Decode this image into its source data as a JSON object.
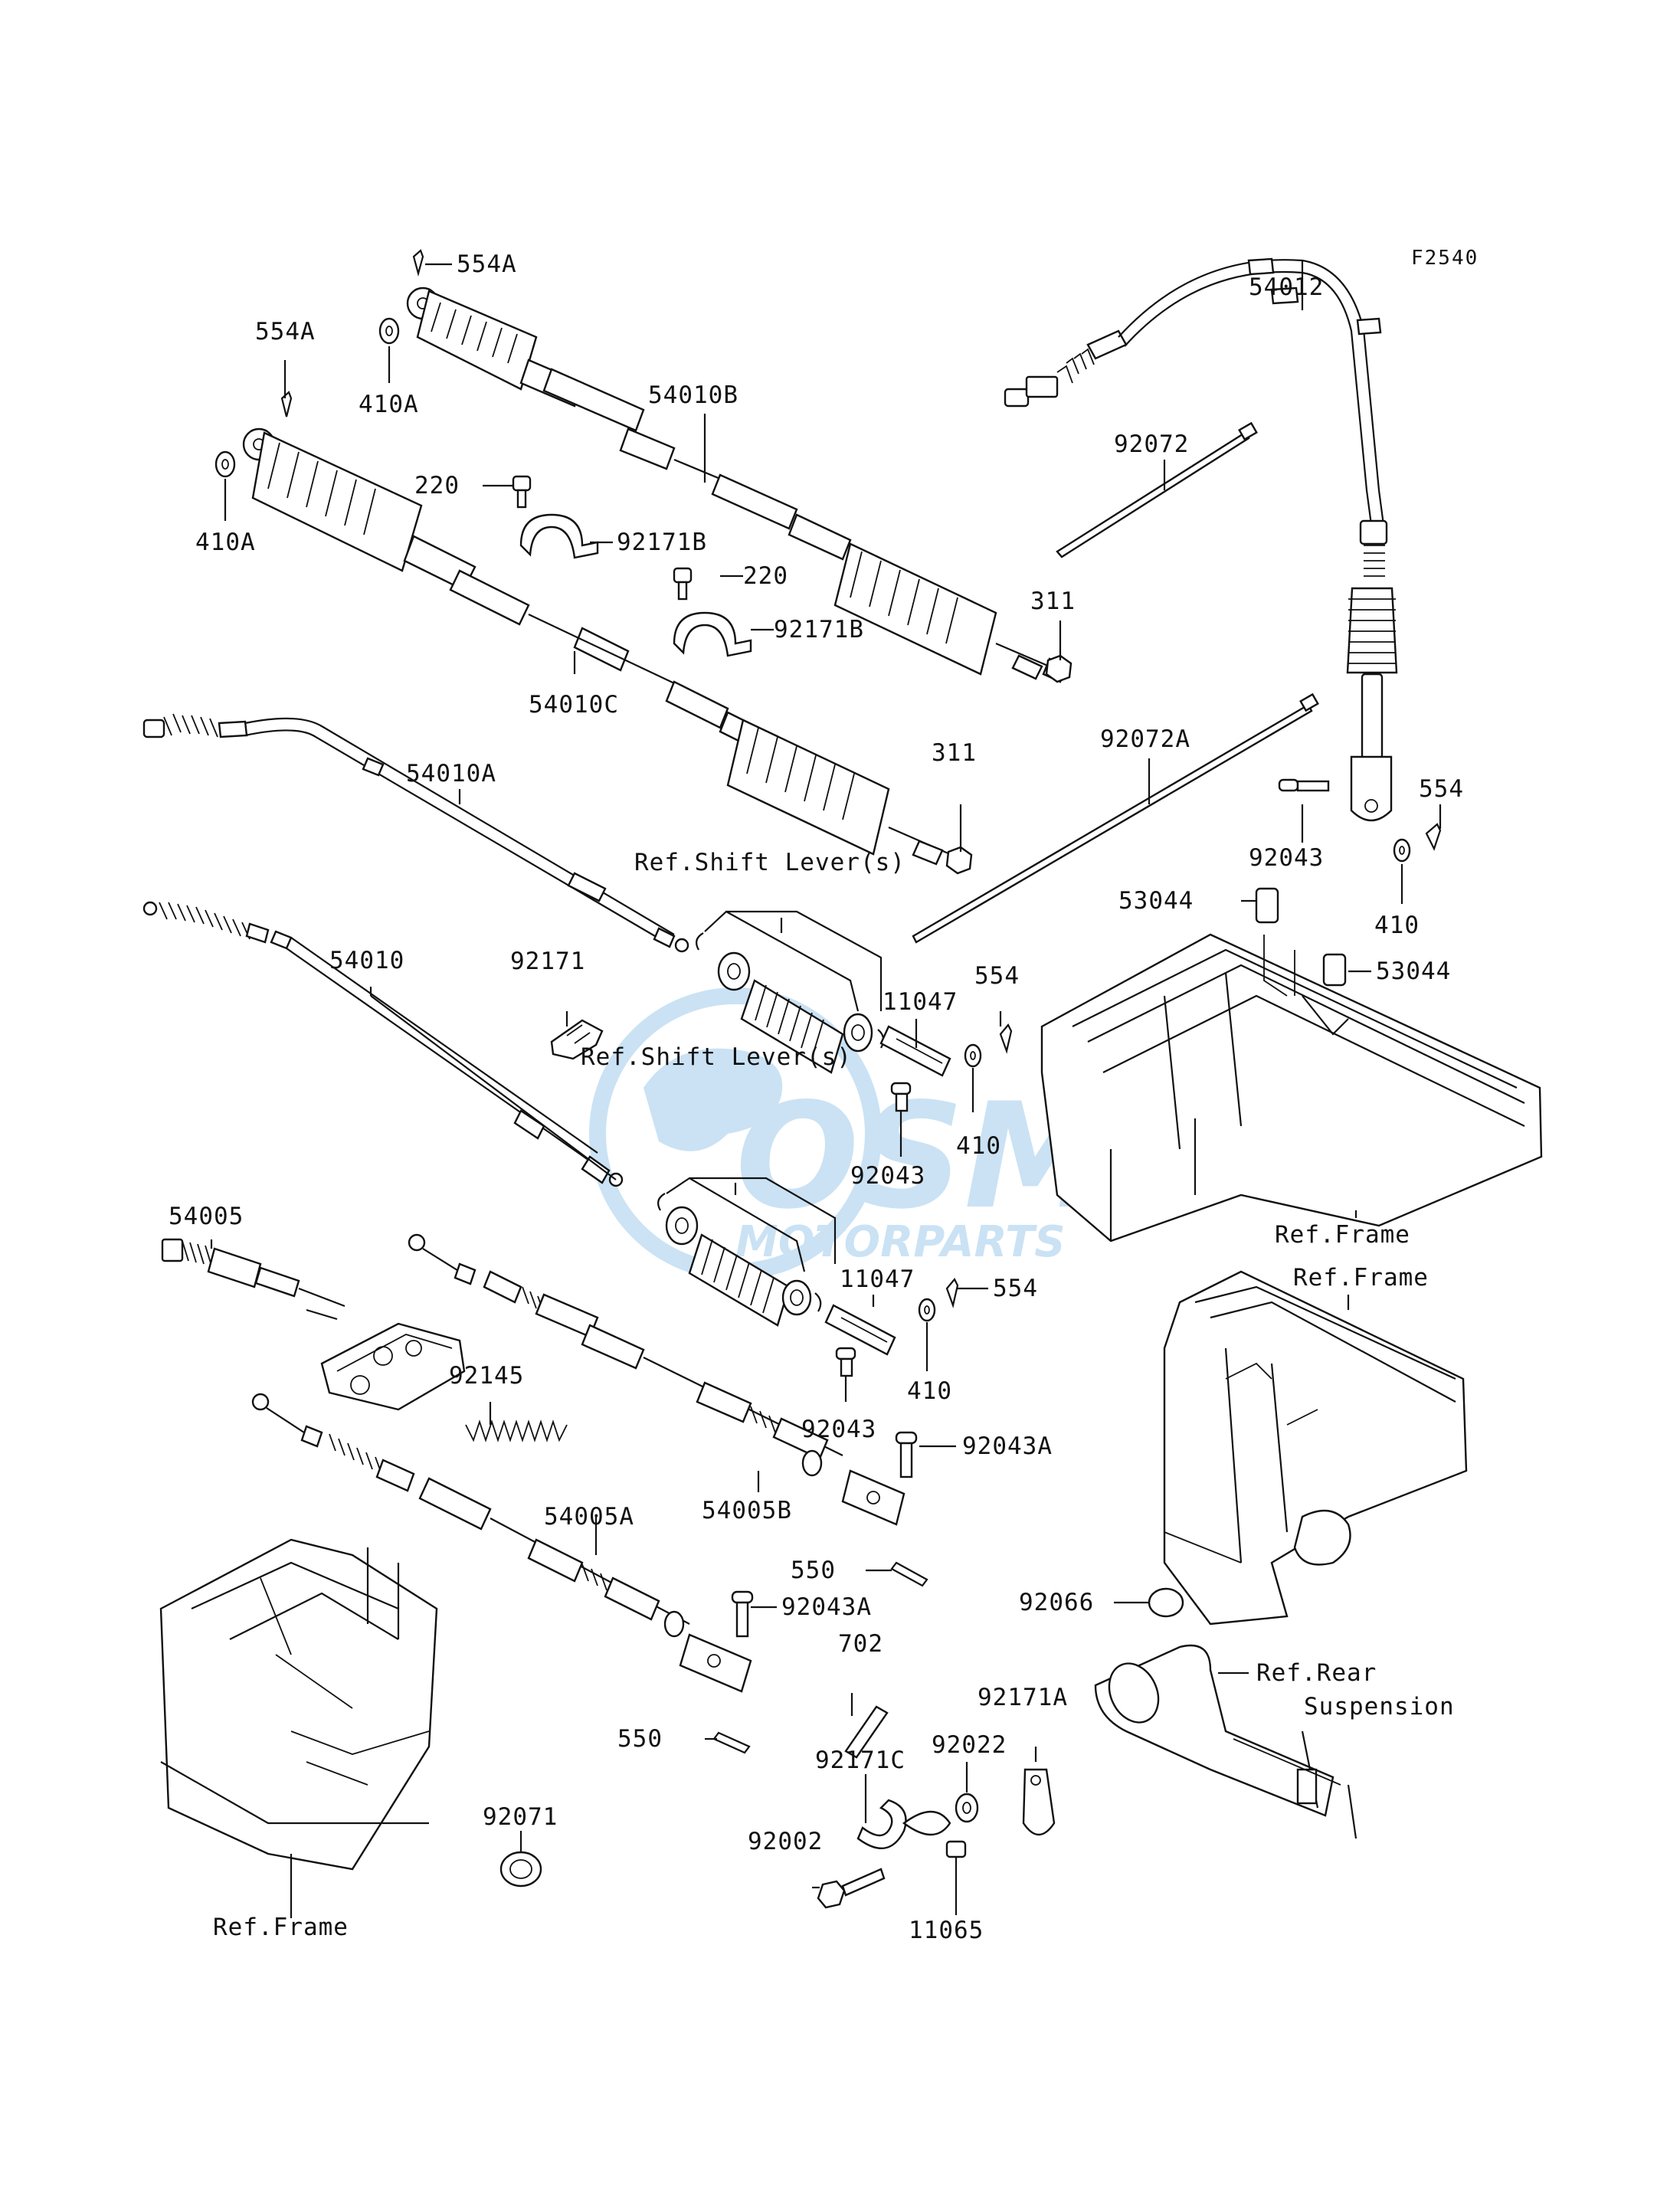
{
  "figure_code": "F2540",
  "watermark": {
    "logo_text": "OSM",
    "tagline": "MOTORPARTS",
    "color": "#6aaee0"
  },
  "colors": {
    "ink": "#111111",
    "background": "#ffffff"
  },
  "labels": {
    "p554A_top": "554A",
    "p554A_left": "554A",
    "p410A_top": "410A",
    "p410A_left": "410A",
    "p54010B": "54010B",
    "p54012": "54012",
    "p92072": "92072",
    "p220_a": "220",
    "p92171B_a": "92171B",
    "p220_b": "220",
    "p92171B_b": "92171B",
    "p311_a": "311",
    "p54010C": "54010C",
    "p311_b": "311",
    "p54010A": "54010A",
    "p92072A": "92072A",
    "p554_right": "554",
    "p92043_top": "92043",
    "p53044_a": "53044",
    "p53044_b": "53044",
    "p410_right": "410",
    "ref_shift_lever_1": "Ref.Shift Lever(s)",
    "p54010": "54010",
    "p92171": "92171",
    "p11047_a": "11047",
    "p554_mid": "554",
    "ref_shift_lever_2": "Ref.Shift Lever(s)",
    "p410_mid": "410",
    "p92043_mid": "92043",
    "ref_frame_1": "Ref.Frame",
    "ref_frame_2": "Ref.Frame",
    "p54005": "54005",
    "p11047_b": "11047",
    "p554_low": "554",
    "p92145": "92145",
    "p410_low": "410",
    "p92043_low": "92043",
    "p92043A_a": "92043A",
    "p54005B": "54005B",
    "p54005A": "54005A",
    "p550_a": "550",
    "p92043A_b": "92043A",
    "p92066": "92066",
    "p702": "702",
    "ref_rear_1": "Ref.Rear",
    "ref_rear_2": "Suspension",
    "p92171A": "92171A",
    "p550_b": "550",
    "p92022": "92022",
    "p92171C": "92171C",
    "p92071": "92071",
    "p92002": "92002",
    "p11065": "11065",
    "ref_frame_3": "Ref.Frame"
  }
}
